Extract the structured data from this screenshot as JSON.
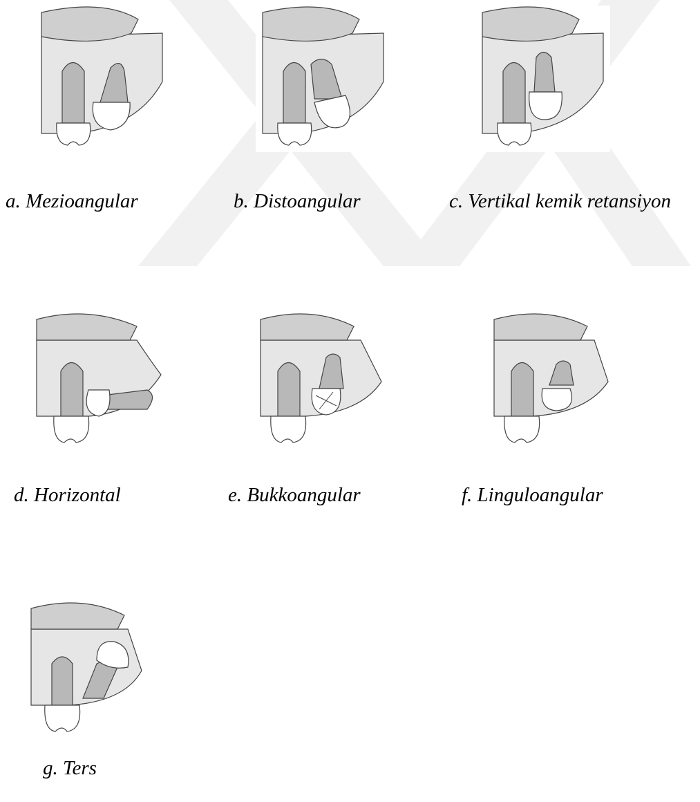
{
  "figures": [
    {
      "id": "a",
      "caption": "a. Mezioangular",
      "variant": "mesioangular"
    },
    {
      "id": "b",
      "caption": "b. Distoangular",
      "variant": "distoangular"
    },
    {
      "id": "c",
      "caption": "c. Vertikal kemik retansiyon",
      "variant": "vertical"
    },
    {
      "id": "d",
      "caption": "d. Horizontal",
      "variant": "horizontal"
    },
    {
      "id": "e",
      "caption": "e. Bukkoangular",
      "variant": "buccoangular"
    },
    {
      "id": "f",
      "caption": "f. Linguloangular",
      "variant": "linguoangular"
    },
    {
      "id": "g",
      "caption": "g. Ters",
      "variant": "inverted"
    }
  ],
  "colors": {
    "bone_fill": "#e6e6e6",
    "soft_tissue": "#cfcfcf",
    "outline": "#444444",
    "tooth_root": "#b8b8b8",
    "crown": "#ffffff",
    "watermark": "#f1f1f1"
  }
}
